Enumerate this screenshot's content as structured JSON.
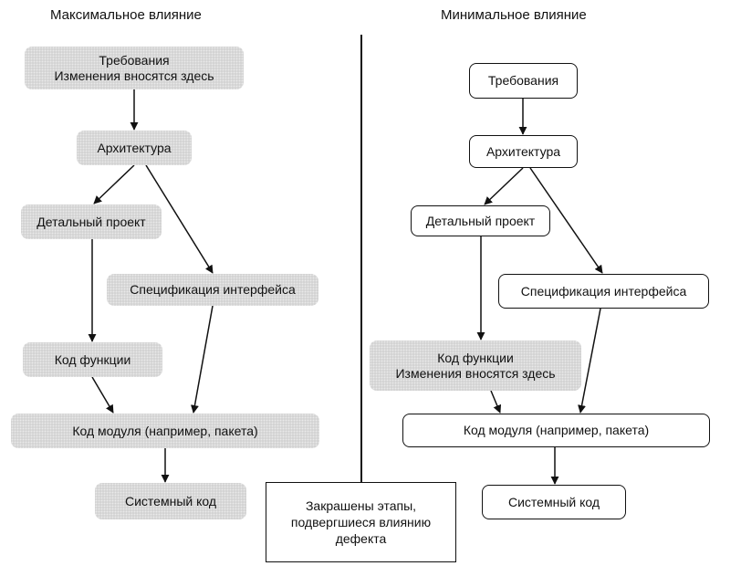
{
  "headings": {
    "left": "Максимальное влияние",
    "right": "Минимальное влияние"
  },
  "left": {
    "requirements_line1": "Требования",
    "requirements_line2": "Изменения вносятся здесь",
    "architecture": "Архитектура",
    "detailed_design": "Детальный проект",
    "interface_spec": "Спецификация интерфейса",
    "function_code": "Код функции",
    "module_code": "Код модуля (например, пакета)",
    "system_code": "Системный код"
  },
  "right": {
    "requirements": "Требования",
    "architecture": "Архитектура",
    "detailed_design": "Детальный проект",
    "interface_spec": "Спецификация интерфейса",
    "function_code_line1": "Код функции",
    "function_code_line2": "Изменения вносятся здесь",
    "module_code": "Код модуля (например, пакета)",
    "system_code": "Системный код"
  },
  "legend": {
    "line1": "Закрашены этапы,",
    "line2": "подвергшиеся влиянию",
    "line3": "дефекта"
  }
}
